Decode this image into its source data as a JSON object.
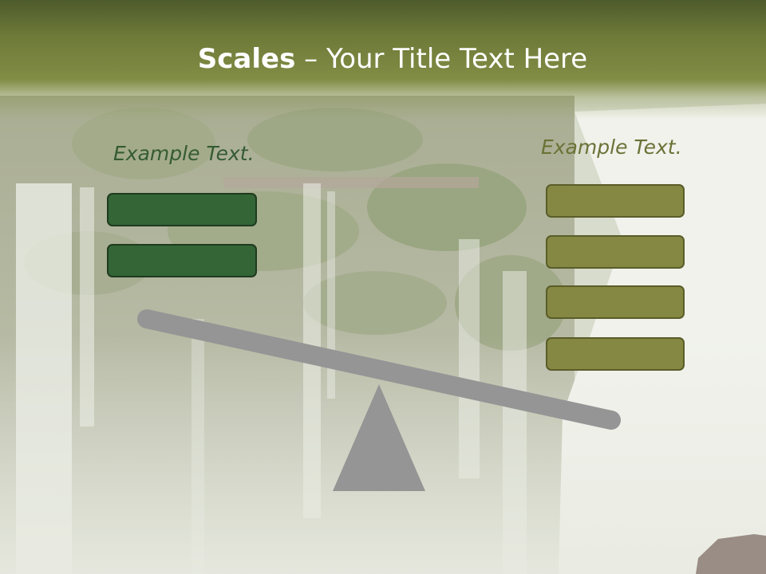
{
  "slide": {
    "title_bold": "Scales",
    "title_rest": " – Your Title Text Here",
    "left_example": "Example Text.",
    "right_example": "Example Text.",
    "left_boxes": [
      "",
      ""
    ],
    "right_boxes": [
      "",
      "",
      "",
      ""
    ]
  },
  "colors": {
    "header": "#828d45",
    "left_box_fill": "#336536",
    "right_box_fill": "#848843",
    "beam": "#959595",
    "fulcrum": "#959595"
  },
  "icons": {
    "beam": "scale-beam-icon",
    "fulcrum": "fulcrum-triangle-icon"
  }
}
